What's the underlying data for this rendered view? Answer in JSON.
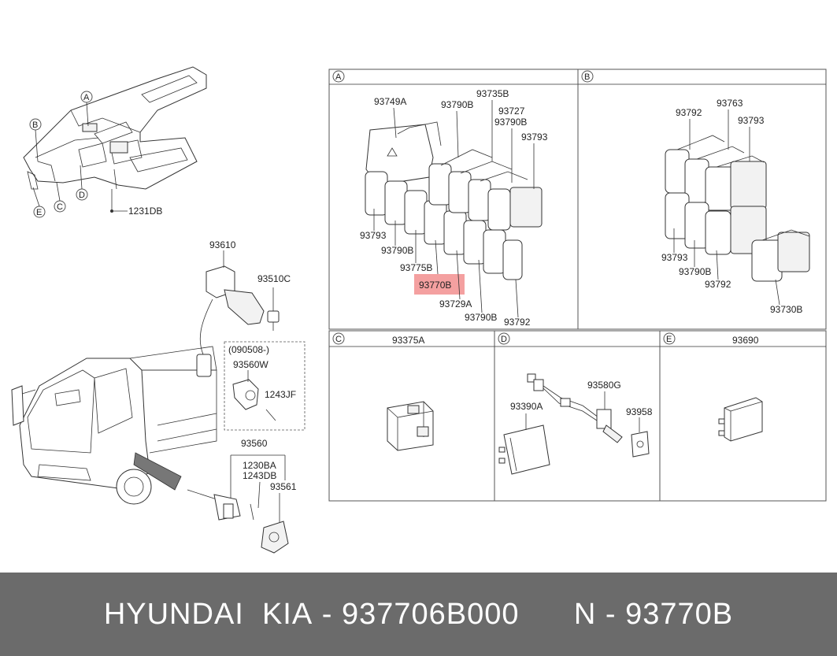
{
  "footer": {
    "brand": "HYUNDAI  KIA",
    "part_number": "937706B000",
    "short_code": "N - 93770B"
  },
  "highlight_color": "#f08080",
  "sections": {
    "A": {
      "letter": "A"
    },
    "B": {
      "letter": "B"
    },
    "C": {
      "letter": "C",
      "title": "93375A"
    },
    "D": {
      "letter": "D"
    },
    "E": {
      "letter": "E",
      "title": "93690"
    }
  },
  "dash_callouts": [
    "A",
    "B",
    "C",
    "D",
    "E"
  ],
  "labels": {
    "dash_1231DB": "1231DB",
    "p93610": "93610",
    "p93510C": "93510C",
    "p090508": "(090508-)",
    "p93560W": "93560W",
    "p1243JF": "1243JF",
    "p93560": "93560",
    "p1230BA": "1230BA",
    "p1243DB": "1243DB",
    "p93561": "93561",
    "a93749A": "93749A",
    "a93790B_1": "93790B",
    "a93735B": "93735B",
    "a93727": "93727",
    "a93790B_2": "93790B",
    "a93793_1": "93793",
    "a93793_2": "93793",
    "a93790B_3": "93790B",
    "a93775B": "93775B",
    "a93770B": "93770B",
    "a93729A": "93729A",
    "a93790B_4": "93790B",
    "a93792": "93792",
    "b93792_1": "93792",
    "b93763": "93763",
    "b93793_1": "93793",
    "b93793_2": "93793",
    "b93790B": "93790B",
    "b93792_2": "93792",
    "b93730B": "93730B",
    "d93580G": "93580G",
    "d93390A": "93390A",
    "d93958": "93958"
  }
}
